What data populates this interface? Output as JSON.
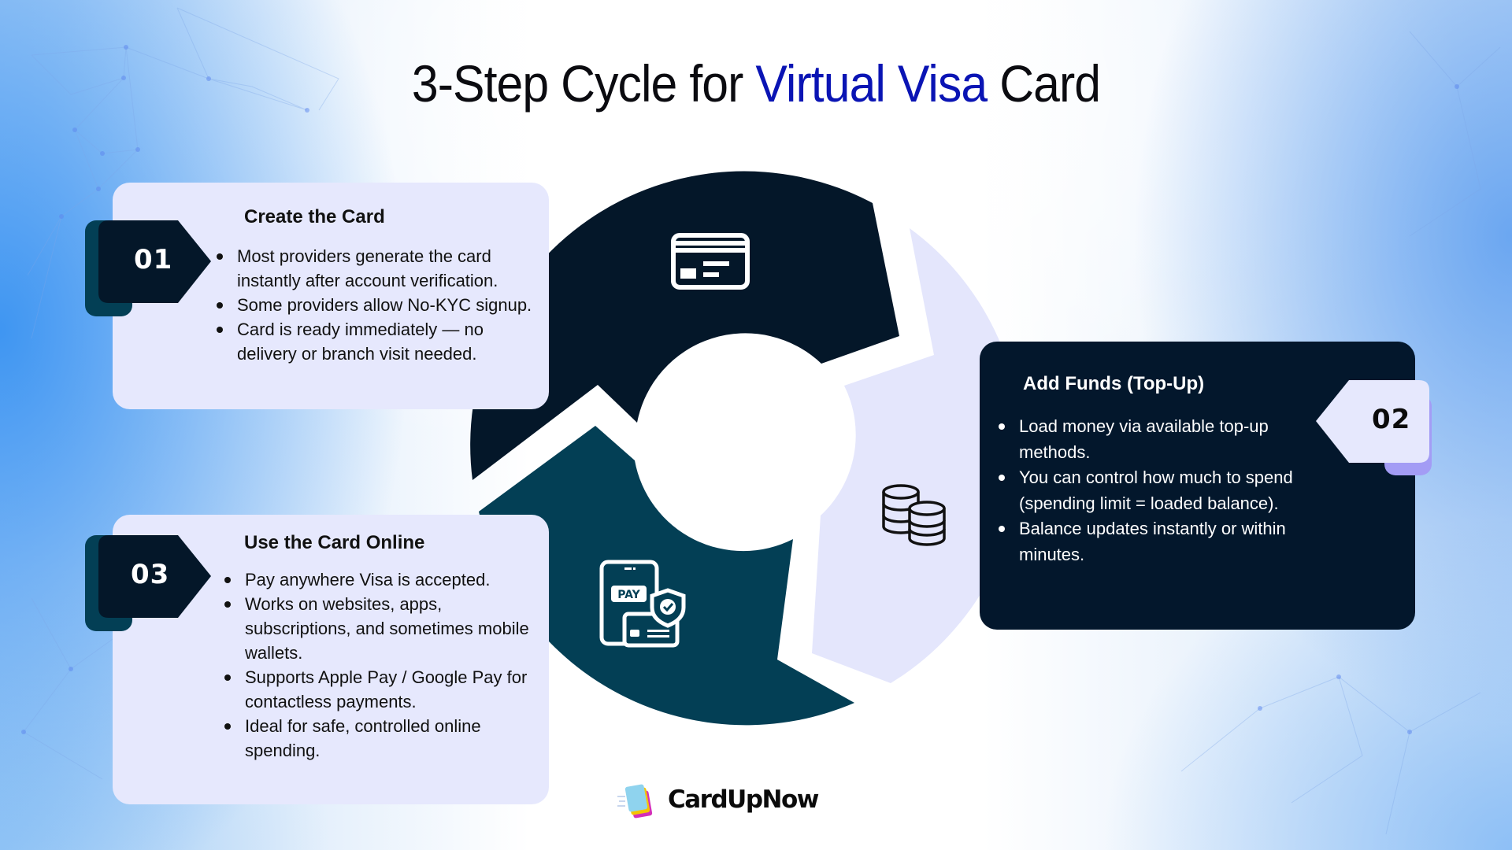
{
  "title": {
    "prefix": "3-Step Cycle for ",
    "accent": "Virtual Visa",
    "suffix": " Card",
    "accent_color": "#0a14b4"
  },
  "colors": {
    "segment1": "#041729",
    "segment2": "#e4e6fc",
    "segment3": "#033f55",
    "card_light": "#e6e8fd",
    "card_dark": "#03172c",
    "badge_shadow_teal": "#033f55",
    "badge_shadow_purple": "#a39cf5"
  },
  "steps": [
    {
      "number": "01",
      "title": "Create the Card",
      "icon": "credit-card-icon",
      "bullets": [
        "Most providers generate the card instantly after account verification.",
        "Some providers allow No-KYC signup.",
        "Card is ready immediately — no delivery or branch visit needed."
      ]
    },
    {
      "number": "02",
      "title": "Add Funds (Top-Up)",
      "icon": "coins-stack-icon",
      "bullets": [
        "Load money via available top-up methods.",
        "You can control how much to spend (spending limit = loaded balance).",
        "Balance updates instantly or within minutes."
      ]
    },
    {
      "number": "03",
      "title": "Use the Card Online",
      "icon": "mobile-pay-secure-icon",
      "icon_text": "PAY",
      "bullets": [
        "Pay anywhere Visa is accepted.",
        "Works on websites, apps, subscriptions, and sometimes mobile wallets.",
        "Supports Apple Pay / Google Pay for contactless payments.",
        "Ideal for safe, controlled online spending."
      ]
    }
  ],
  "logo": {
    "text": "CardUpNow",
    "icon": "stacked-cards-logo-icon"
  }
}
